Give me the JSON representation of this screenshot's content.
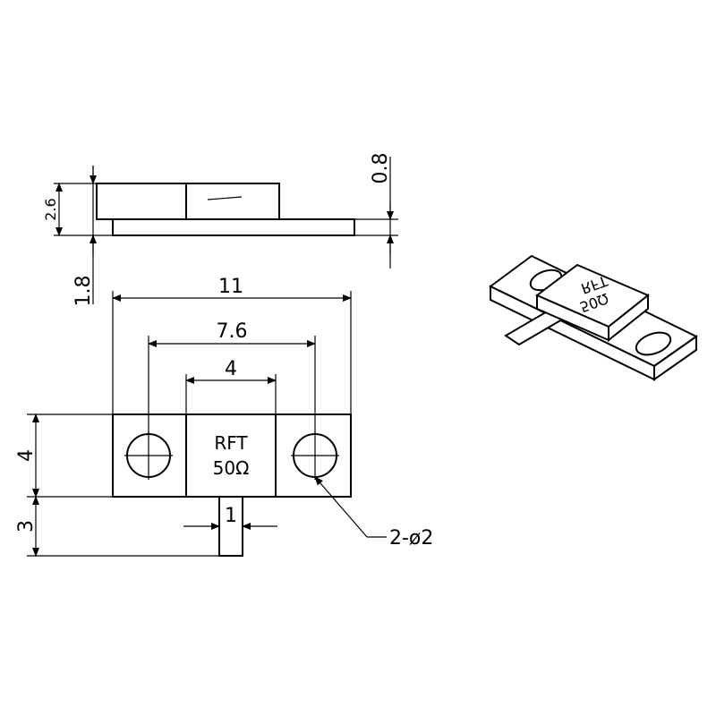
{
  "dimensions": {
    "height_top": "2.6",
    "flange_thickness": "0.8",
    "flange_offset": "1.8",
    "overall_length": "11",
    "hole_spacing": "7.6",
    "body_width": "4",
    "flange_height": "4",
    "lead_length": "3",
    "lead_width": "1",
    "hole_callout": "2-ø2"
  },
  "body_marking": {
    "line1": "RFT",
    "line2": "50Ω"
  },
  "iso_marking": {
    "line1": "RFT",
    "line2": "50Ω"
  }
}
